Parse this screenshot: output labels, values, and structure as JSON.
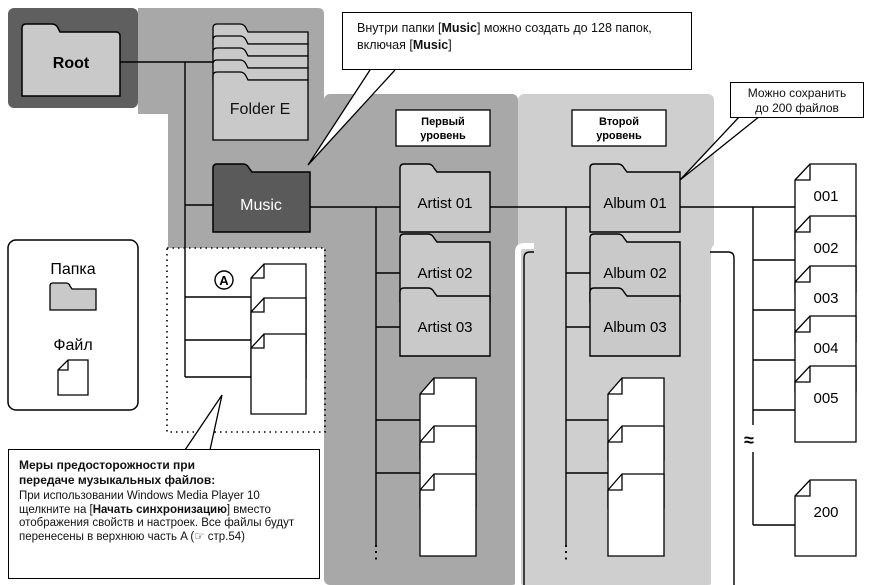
{
  "nodes": {
    "root": "Root",
    "folder_e": "Folder E",
    "music": "Music",
    "marker_a": "A",
    "level1_header": [
      "Первый",
      "уровень"
    ],
    "level2_header": [
      "Второй",
      "уровень"
    ],
    "artists": [
      "Artist 01",
      "Artist 02",
      "Artist 03"
    ],
    "albums": [
      "Album 01",
      "Album 02",
      "Album 03"
    ],
    "files": [
      "001",
      "002",
      "003",
      "004",
      "005",
      "200"
    ],
    "ellipsis": "⋮",
    "break_mark": "≈"
  },
  "callouts": {
    "music_note": {
      "part1": "Внутри папки [",
      "bold1": "Music",
      "part2": "] можно создать до 128 папок, включая [",
      "bold2": "Music",
      "part3": "]"
    },
    "files_note": [
      "Можно сохранить",
      "до 200 файлов"
    ]
  },
  "legend": {
    "folder_label": "Папка",
    "file_label": "Файл"
  },
  "caution": {
    "title": [
      "Меры предосторожности при",
      "передаче музыкальных файлов:"
    ],
    "part1": "При использовании Windows Media Player 10 щелкните на [",
    "bold": "Начать синхронизацию",
    "part2": "] вместо отображения свойств и настроек. Все файлы будут перенесены в верхнюю часть A (☞ стр.54)"
  },
  "colors": {
    "dark_band": "#5f5f5f",
    "mid_band": "#a8a8a8",
    "light_band": "#cfcfcf",
    "folder_light": "#c9c9c9",
    "folder_dark": "#5a5a5a",
    "line": "#000000"
  }
}
